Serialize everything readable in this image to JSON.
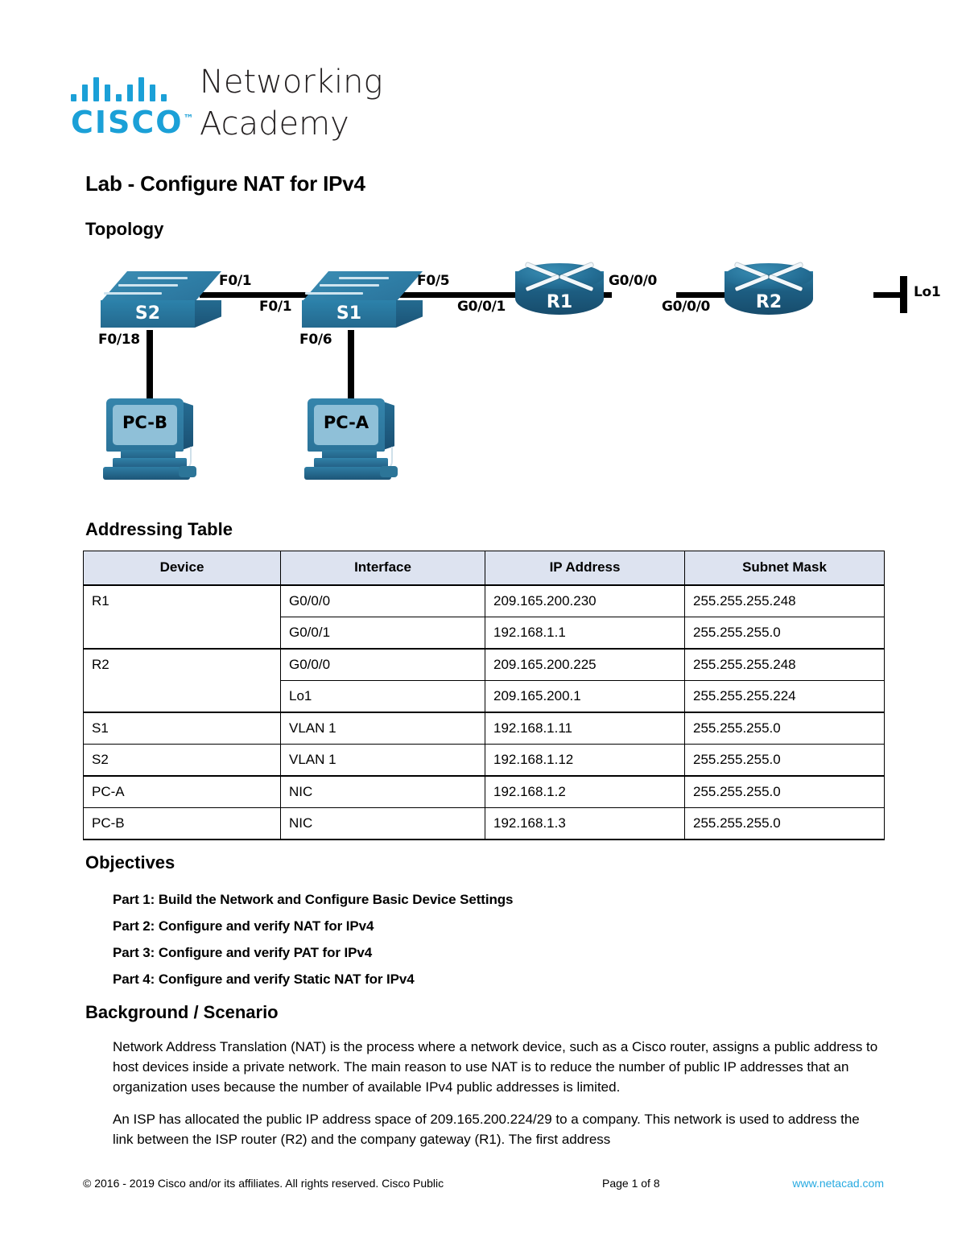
{
  "brand": {
    "cisco_wordmark": "CISCO",
    "trademark": "™",
    "line1": "Networking",
    "line2": "Academy",
    "accent_color": "#1ba0d7"
  },
  "document": {
    "title": "Lab - Configure NAT for IPv4"
  },
  "sections": {
    "topology_heading": "Topology",
    "addressing_heading": "Addressing Table",
    "objectives_heading": "Objectives",
    "background_heading": "Background / Scenario"
  },
  "topology": {
    "devices": [
      {
        "id": "s2",
        "type": "switch",
        "label": "S2"
      },
      {
        "id": "s1",
        "type": "switch",
        "label": "S1"
      },
      {
        "id": "r1",
        "type": "router",
        "label": "R1"
      },
      {
        "id": "r2",
        "type": "router",
        "label": "R2"
      },
      {
        "id": "pcb",
        "type": "pc",
        "label": "PC-B"
      },
      {
        "id": "pca",
        "type": "pc",
        "label": "PC-A"
      }
    ],
    "interface_labels": {
      "s2_to_s1": "F0/1",
      "s1_to_s2": "F0/1",
      "s1_to_r1": "F0/5",
      "r1_to_s1": "G0/0/1",
      "r1_to_r2": "G0/0/0",
      "r2_to_r1": "G0/0/0",
      "r2_loopback": "Lo1",
      "s2_to_pcb": "F0/18",
      "s1_to_pca": "F0/6"
    }
  },
  "addressing_table": {
    "columns": [
      "Device",
      "Interface",
      "IP Address",
      "Subnet Mask"
    ],
    "rows": [
      {
        "device": "R1",
        "interface": "G0/0/0",
        "ip": "209.165.200.230",
        "mask": "255.255.255.248",
        "group_start": true,
        "device_shown": true
      },
      {
        "device": "",
        "interface": "G0/0/1",
        "ip": "192.168.1.1",
        "mask": "255.255.255.0",
        "group_start": false,
        "device_shown": false
      },
      {
        "device": "R2",
        "interface": "G0/0/0",
        "ip": "209.165.200.225",
        "mask": "255.255.255.248",
        "group_start": true,
        "device_shown": true
      },
      {
        "device": "",
        "interface": "Lo1",
        "ip": "209.165.200.1",
        "mask": "255.255.255.224",
        "group_start": false,
        "device_shown": false
      },
      {
        "device": "S1",
        "interface": "VLAN 1",
        "ip": "192.168.1.11",
        "mask": "255.255.255.0",
        "group_start": true,
        "device_shown": true
      },
      {
        "device": "S2",
        "interface": "VLAN 1",
        "ip": "192.168.1.12",
        "mask": "255.255.255.0",
        "group_start": false,
        "device_shown": true
      },
      {
        "device": "PC-A",
        "interface": "NIC",
        "ip": "192.168.1.2",
        "mask": "255.255.255.0",
        "group_start": true,
        "device_shown": true
      },
      {
        "device": "PC-B",
        "interface": "NIC",
        "ip": "192.168.1.3",
        "mask": "255.255.255.0",
        "group_start": false,
        "device_shown": true
      }
    ]
  },
  "objectives": [
    "Part 1: Build the Network and Configure Basic Device Settings",
    "Part 2: Configure and verify NAT for IPv4",
    "Part 3: Configure and verify PAT for IPv4",
    "Part 4: Configure and verify Static NAT for IPv4"
  ],
  "background_paragraphs": [
    "Network Address Translation (NAT) is the process where a network device, such as a Cisco router, assigns a public address to host devices inside a private network. The main reason to use NAT is to reduce the number of public IP addresses that an organization uses because the number of available IPv4 public addresses is limited.",
    "An ISP has allocated the public IP address space of 209.165.200.224/29 to a company. This network is used to address the link between the ISP router (R2) and the company gateway (R1). The first address"
  ],
  "footer": {
    "copyright": "© 2016 - 2019 Cisco and/or its affiliates. All rights reserved. Cisco Public",
    "page": "Page 1 of 8",
    "website": "www.netacad.com",
    "link_color": "#27aae1"
  }
}
